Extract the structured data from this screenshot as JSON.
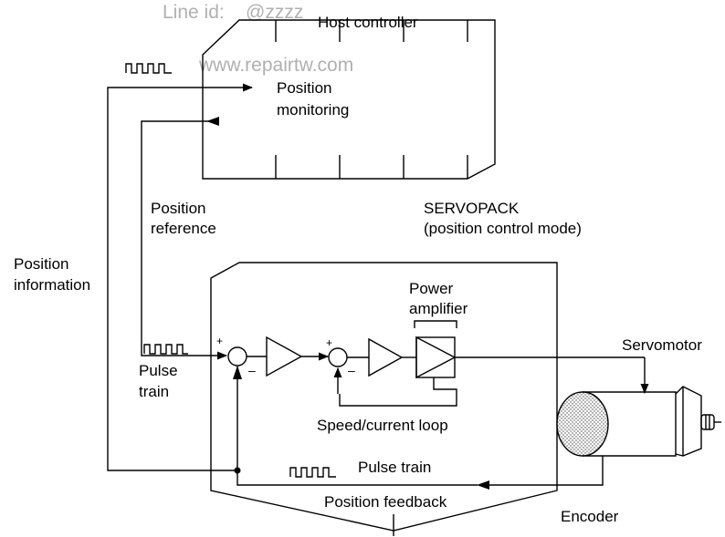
{
  "watermarks": {
    "line_id": "Line id:    @zzzz",
    "site": "www.repairtw.com"
  },
  "labels": {
    "host_controller": "Host controller",
    "position_monitoring_1": "Position",
    "position_monitoring_2": "monitoring",
    "position_reference_1": "Position",
    "position_reference_2": "reference",
    "servopack_1": "SERVOPACK",
    "servopack_2": "(position control mode)",
    "position_information_1": "Position",
    "position_information_2": "information",
    "power_amplifier_1": "Power",
    "power_amplifier_2": "amplifier",
    "servomotor": "Servomotor",
    "pulse_train_in_1": "Pulse",
    "pulse_train_in_2": "train",
    "speed_current_loop": "Speed/current loop",
    "pulse_train_fb": "Pulse train",
    "position_feedback": "Position feedback",
    "encoder": "Encoder",
    "plus_1": "+",
    "minus_1": "–",
    "plus_2": "+",
    "minus_2": "–"
  }
}
